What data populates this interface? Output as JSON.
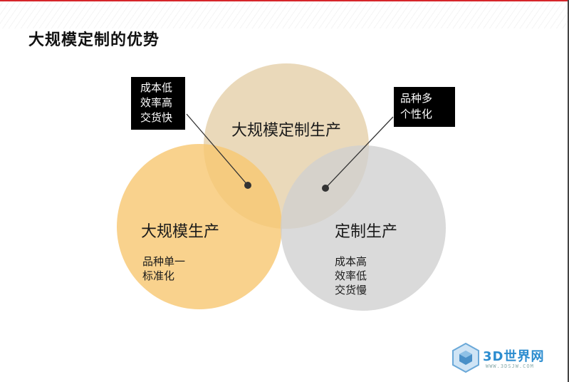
{
  "title": "大规模定制的优势",
  "circles": {
    "top": {
      "title": "大规模定制生产",
      "color": "#e6d2ae"
    },
    "left": {
      "title": "大规模生产",
      "lines": [
        "品种单一",
        "标准化"
      ],
      "color": "#f7c771"
    },
    "right": {
      "title": "定制生产",
      "lines": [
        "成本高",
        "效率低",
        "交货慢"
      ],
      "color": "#d0d0d0"
    }
  },
  "callouts": {
    "left": {
      "lines": [
        "成本低",
        "效率高",
        "交货快"
      ]
    },
    "right": {
      "lines": [
        "品种多",
        "个性化"
      ]
    }
  },
  "watermark": {
    "text": "3D世界网",
    "subtext": "WWW.3DSJW.COM",
    "icon": "cube-icon"
  }
}
